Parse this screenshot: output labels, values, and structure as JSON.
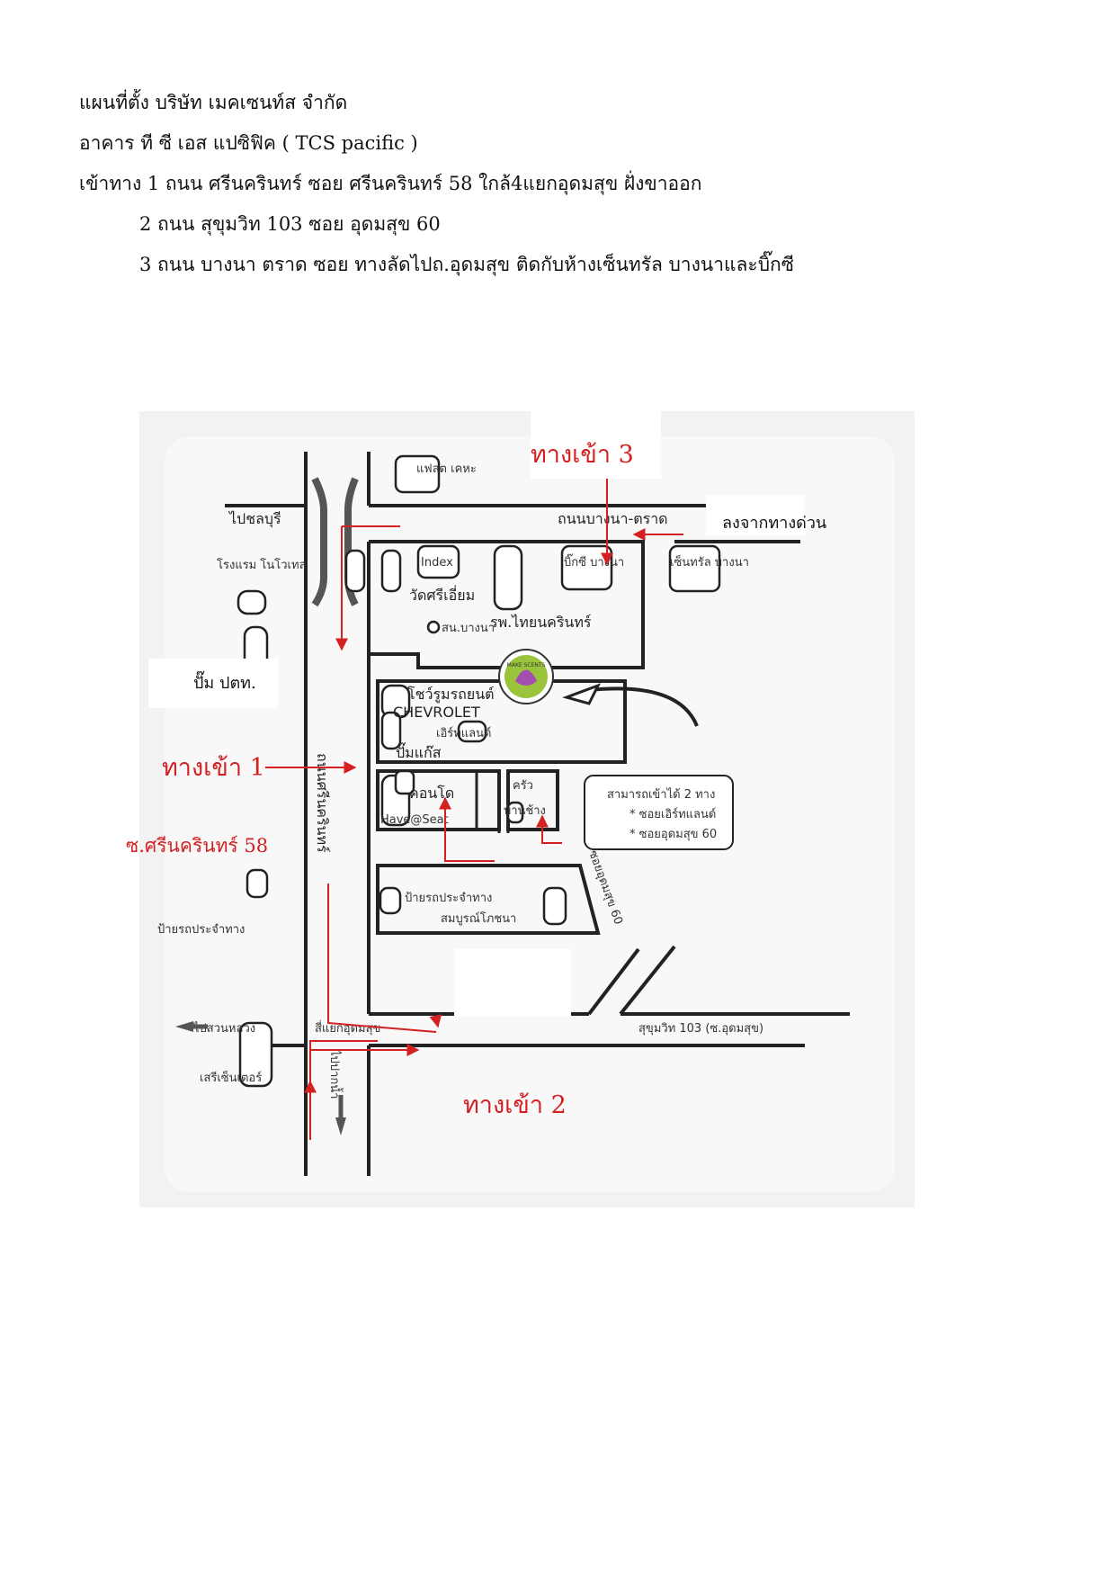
{
  "header": {
    "line1": "แผนที่ตั้ง บริษัท เมคเซนท์ส จำกัด",
    "line2": "อาคาร ที ซี เอส แปซิฟิค ( TCS pacific )",
    "line3": "เข้าทาง 1  ถนน ศรีนครินทร์    ซอย ศรีนครินทร์ 58  ใกล้4แยกอุดมสุข ฝั่งขาออก",
    "line4": "2  ถนน สุขุมวิท 103    ซอย อุดมสุข 60",
    "line5": "3  ถนน  บางนา ตราด   ซอย ทางลัดไปถ.อุดมสุข ติดกับห้างเซ็นทรัล บางนาและบิ๊กซี"
  },
  "map": {
    "entry1": "ทางเข้า 1",
    "entry2": "ทางเข้า 2",
    "entry3": "ทางเข้า 3",
    "soi58": "ซ.ศรีนครินทร์ 58",
    "express_exit": "ลงจากทางด่วน",
    "pump_ptt": "ปั๊ม ปตท.",
    "labels": {
      "flat_housing": "แฟลต เคหะ",
      "to_chonburi": "ไปชลบุรี",
      "novotel": "โรงแรม โนโวเทล",
      "bangna_trad": "ถนนบางนา-ตราด",
      "index": "Index",
      "wat": "วัดศรีเอี่ยม",
      "bigc": "บิ๊กซี บางนา",
      "hospital": "รพ.ไทยนครินทร์",
      "central": "เซ็นทรัล บางนา",
      "police": "สน.บางนา",
      "showroom": "โชว์รูมรถยนต์",
      "chevrolet": "CHEVROLET",
      "earthland": "เอิร์ทแลนด์",
      "gas": "ปั๊มแก๊ส",
      "condo": "คอนโด",
      "have_seat": "Have@Seat",
      "krua": "ครัว",
      "ban_chang": "บ้านช้าง",
      "srinakarin": "ถนนศรีนครินทร์",
      "bus_stop": "ป้ายรถประจำทาง",
      "bus_stop2": "ป้ายรถประจำทาง",
      "sombun": "สมบูรณ์โภชนา",
      "udomsuk_soi": "ซอยอุดมสุข 60",
      "to_suan_luang": "ไปสวนหลวง",
      "four_way": "สี่แยกอุดมสุข",
      "sukhumvit": "สุขุมวิท 103 (ซ.อุดมสุข)",
      "seri_center": "เสรีเซ็นเตอร์",
      "to_pak_nam": "ไปปากน้ำ",
      "note_title": "สามารถเข้าได้ 2 ทาง",
      "note_item1": "* ซอยเอิร์ทแลนด์",
      "note_item2": "* ซอยอุดมสุข 60",
      "logo_text": "MAKE SCENTS"
    }
  }
}
